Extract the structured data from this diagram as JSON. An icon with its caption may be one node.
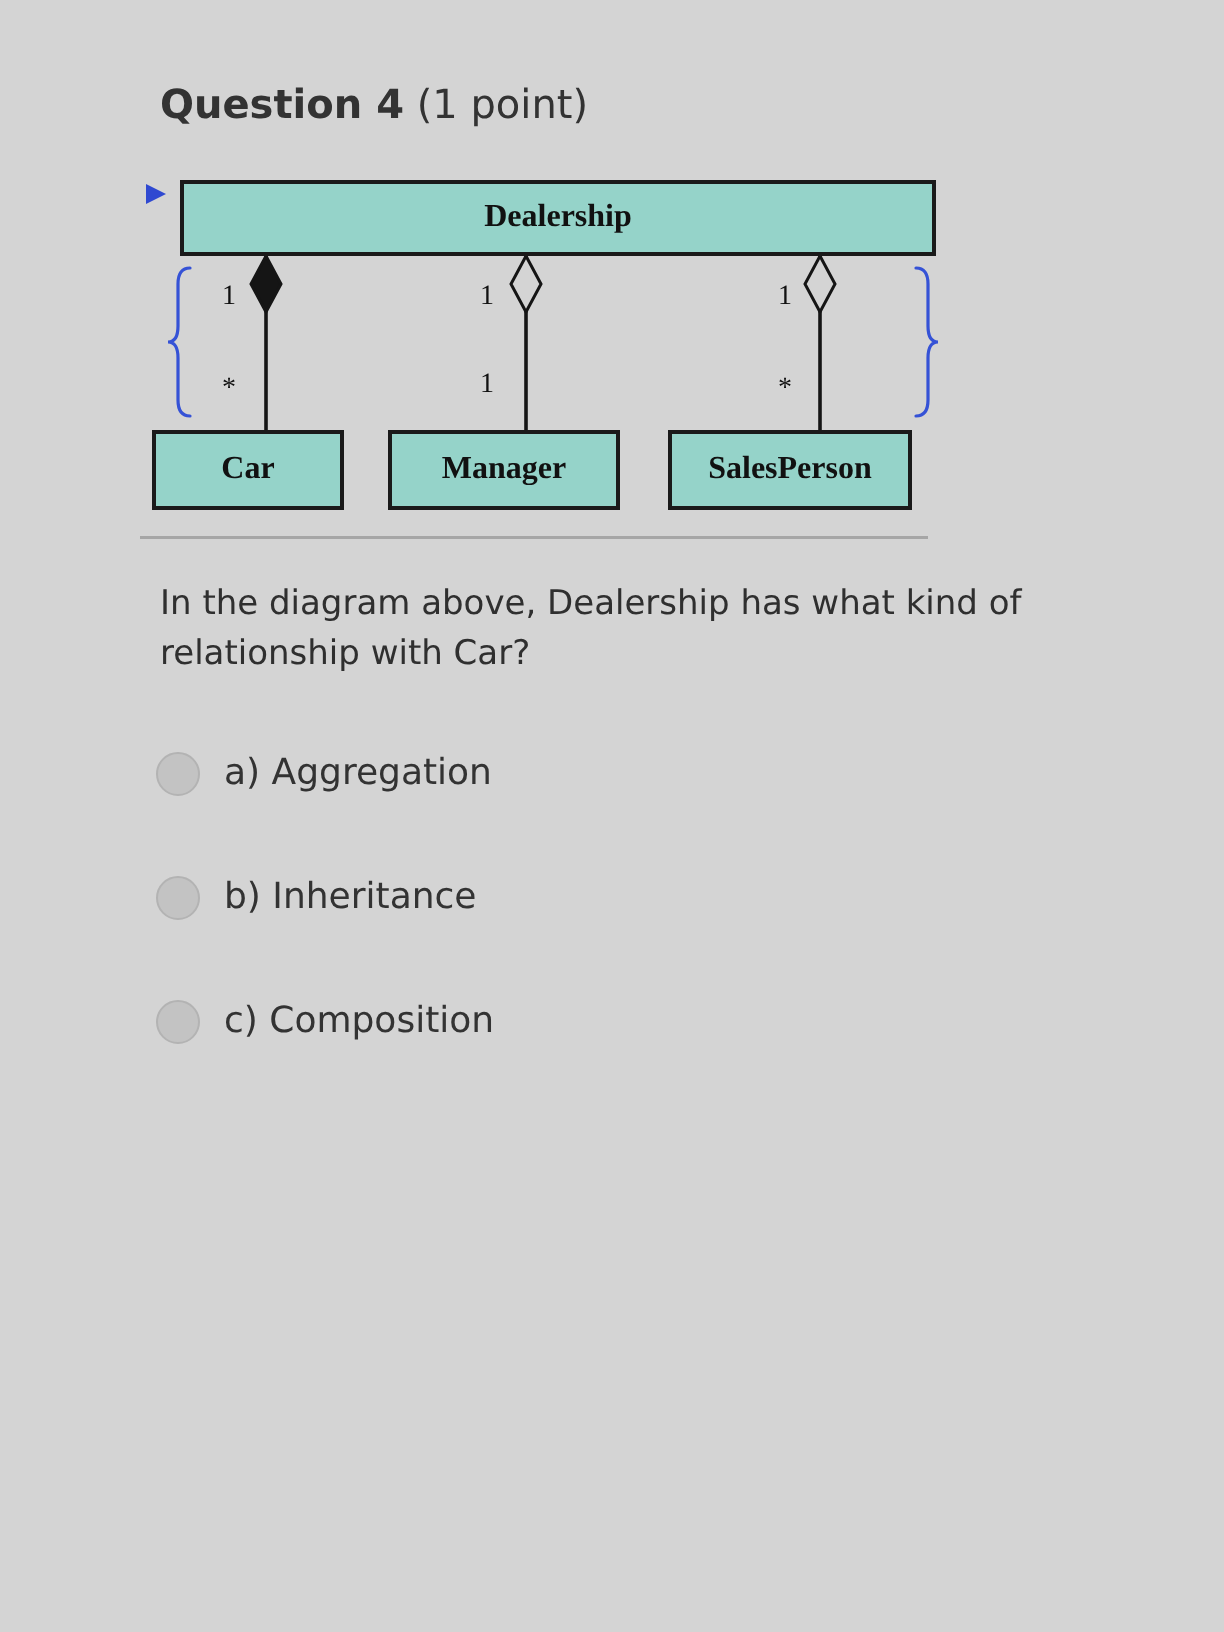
{
  "diagram": {
    "title": "**Question 4** (1 point)",
    "nodes": [
      {
        "text": [
          "Dealership"
        ]
      },
      {
        "text": [
          "Car"
        ]
      },
      {
        "text": [
          "Manager"
        ]
      },
      {
        "text": [
          "SalesPerson"
        ]
      }
    ],
    "edges": [
      {
        "from": 0,
        "to": 1,
        "arrow": "other"
      },
      {
        "from": 0,
        "to": 2,
        "arrow": "other"
      },
      {
        "from": 0,
        "to": 3,
        "arrow": "other"
      }
    ],
    "labels": [
      "1",
      "1",
      "1",
      "*",
      "1",
      "*",
      "In the diagram above, Dealership has what kind of relationship with Car?",
      "a) Aggregation",
      "b) Inheritance",
      "c) Composition"
    ]
  }
}
